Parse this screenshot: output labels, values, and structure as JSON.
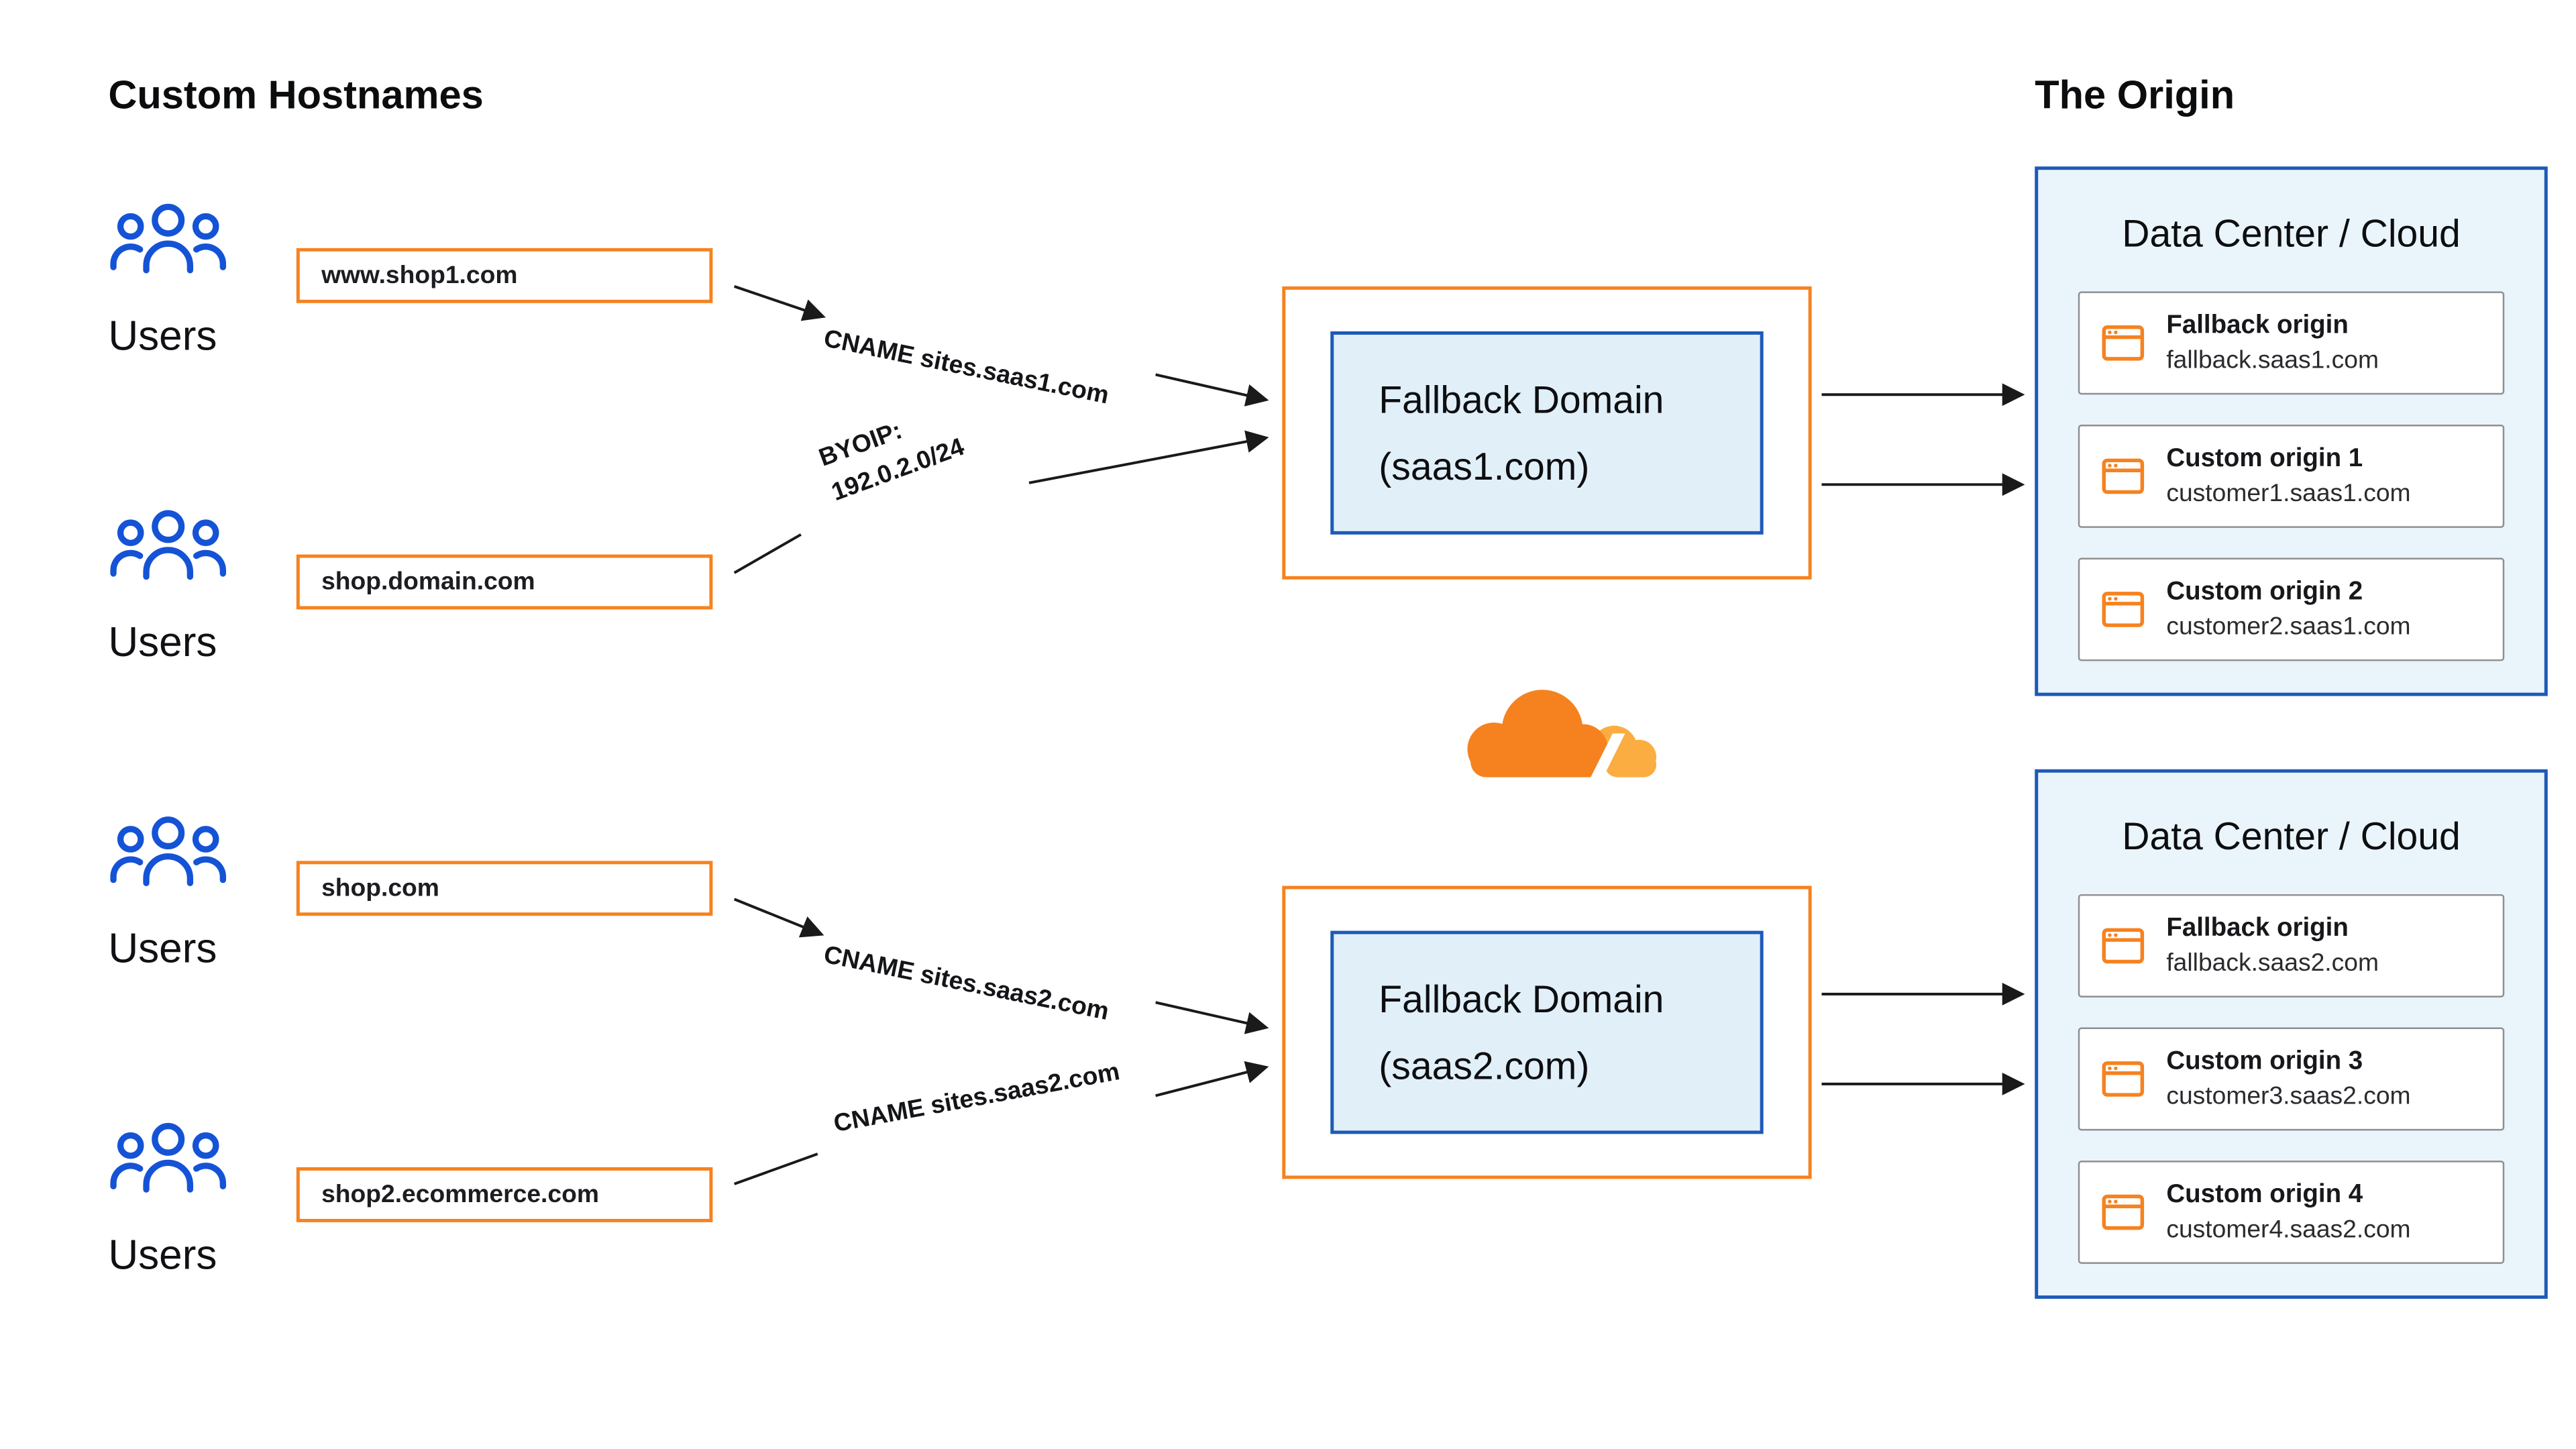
{
  "diagram": {
    "left_title": "Custom Hostnames",
    "right_title": "The Origin"
  },
  "user_groups": [
    {
      "label": "Users"
    },
    {
      "label": "Users"
    },
    {
      "label": "Users"
    },
    {
      "label": "Users"
    }
  ],
  "hostnames": [
    {
      "text": "www.shop1.com"
    },
    {
      "text": "shop.domain.com"
    },
    {
      "text": "shop.com"
    },
    {
      "text": "shop2.ecommerce.com"
    }
  ],
  "connections": {
    "cname_saas1": "CNAME sites.saas1.com",
    "byoip_line1": "BYOIP:",
    "byoip_line2": "192.0.2.0/24",
    "cname_saas2_a": "CNAME sites.saas2.com",
    "cname_saas2_b": "CNAME sites.saas2.com"
  },
  "fallback_domains": [
    {
      "line1": "Fallback Domain",
      "line2": "(saas1.com)"
    },
    {
      "line1": "Fallback Domain",
      "line2": "(saas2.com)"
    }
  ],
  "data_centers": [
    {
      "title": "Data Center / Cloud",
      "origins": [
        {
          "name": "Fallback origin",
          "host": "fallback.saas1.com"
        },
        {
          "name": "Custom origin 1",
          "host": "customer1.saas1.com"
        },
        {
          "name": "Custom origin 2",
          "host": "customer2.saas1.com"
        }
      ]
    },
    {
      "title": "Data Center / Cloud",
      "origins": [
        {
          "name": "Fallback origin",
          "host": "fallback.saas2.com"
        },
        {
          "name": "Custom origin 3",
          "host": "customer3.saas2.com"
        },
        {
          "name": "Custom origin 4",
          "host": "customer4.saas2.com"
        }
      ]
    }
  ],
  "colors": {
    "orange": "#F6821F",
    "light_orange": "#FBAD41",
    "blue": "#1D59B8",
    "icon_blue": "#1553D6",
    "light_blue_bg": "#EAF4FB",
    "inner_blue_bg": "#E1EFF9",
    "card_border": "#8F8F8F",
    "arrow": "#1A1A1A"
  }
}
